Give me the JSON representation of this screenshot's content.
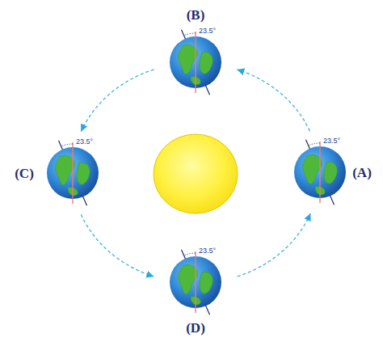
{
  "diagram": {
    "nodes": [
      {
        "text": [
          "(B)",
          "23.5°"
        ]
      },
      {
        "text": [
          "(C)",
          "23.5°"
        ]
      },
      {
        "text": [
          "(A)",
          "23.5°"
        ]
      },
      {
        "text": [
          "(D)",
          "23.5°"
        ]
      }
    ],
    "edges": [
      {
        "from": 2,
        "to": 0,
        "arrow": "to"
      },
      {
        "from": 0,
        "to": 1,
        "arrow": "to"
      },
      {
        "from": 1,
        "to": 3,
        "arrow": "to"
      },
      {
        "from": 3,
        "to": 2,
        "arrow": "to"
      }
    ]
  }
}
